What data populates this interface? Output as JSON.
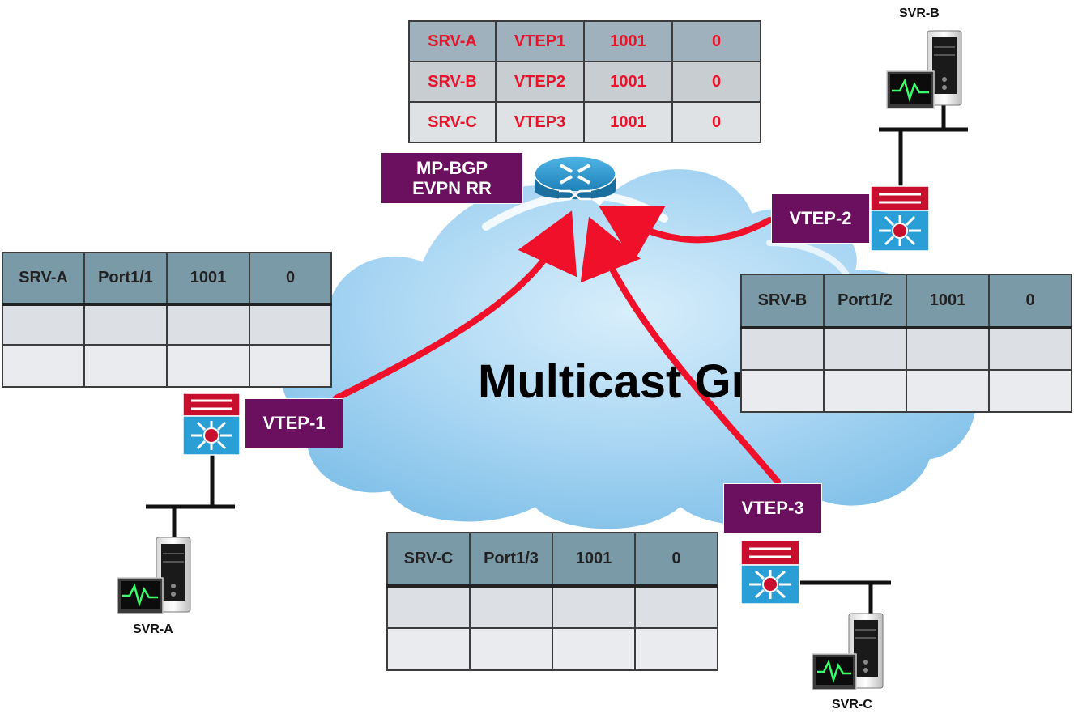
{
  "cloud_label": "Multicast Gr",
  "route_reflector": {
    "line1": "MP-BGP",
    "line2": "EVPN RR"
  },
  "rr_table": [
    [
      "SRV-A",
      "VTEP1",
      "1001",
      "0"
    ],
    [
      "SRV-B",
      "VTEP2",
      "1001",
      "0"
    ],
    [
      "SRV-C",
      "VTEP3",
      "1001",
      "0"
    ]
  ],
  "vtep1": {
    "label": "VTEP-1",
    "table_header": [
      "SRV-A",
      "Port1/1",
      "1001",
      "0"
    ],
    "server": "SVR-A"
  },
  "vtep2": {
    "label": "VTEP-2",
    "table_header": [
      "SRV-B",
      "Port1/2",
      "1001",
      "0"
    ],
    "server": "SVR-B"
  },
  "vtep3": {
    "label": "VTEP-3",
    "table_header": [
      "SRV-C",
      "Port1/3",
      "1001",
      "0"
    ],
    "server": "SVR-C"
  },
  "colors": {
    "arrow": "#f0102a",
    "tag": "#6b0f5f",
    "table_header": "#7b9aa8",
    "rr_text": "#e8142a",
    "cloud": "#9fd0f0"
  }
}
